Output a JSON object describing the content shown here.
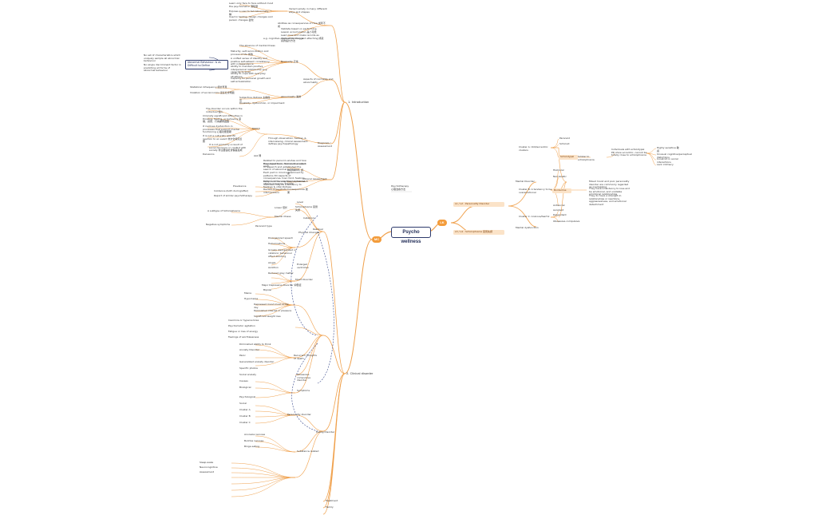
{
  "root": {
    "label": "Psycho wellness"
  },
  "header_note": {
    "label": "Psychotherapy\n心理治療方法"
  },
  "left_badge": {
    "label": "MC"
  },
  "right_badge": {
    "label": "LK"
  },
  "left": {
    "introduction": "1. Introduction",
    "clinical_disorder": "2. Clinical disorder",
    "intro_notes": [
      "Learn only face to face without most the psychometric 測驗量",
      "Express a user to tell Abnormally 一種",
      "Used in testing, design changes and person changes 變化",
      "Varied variety in many different ways and shapes",
      "Abilities as consequences of How 成年不成",
      "Validate based on performing, Lesson accumulation 是小可能",
      "Learn how and make records as ways of thinking and attaching 成就感的設計方法",
      "e.g. cognitive / behaviour change",
      "The absence of mental illness",
      "Maturity, self-reconciliation and process of life 成熟",
      "A unified sense of identity and positive self-esteem consistency with independence",
      "Ability to maintain positive interpersonal relationship (e.g. capacity to love)",
      "Ability to cope with everyday situations",
      "Capacity for personal growth and self-actualization",
      "Normality 正常",
      "Aspects of normality and abnormality",
      "Abnormality 異常",
      "Statistical infrequency 統計罕見",
      "Violation of social norms 違反社會規範",
      "Subjective distress 主觀痛苦",
      "Disability, dysfunction, or impairment",
      "Abnormal Behaviour: Is as Difficult to Define",
      "No set of characteristics which uniquely sample all abnormal behaviour",
      "No single discriminant factor in predicting all forms of abnormal behaviour",
      "The disorder occurs within the individual 個人",
      "Clinically significant difficulties in thinking, feeling, or behaving 思維、感受、行為顯著困難",
      "It involves dysfunction in processes that support mental functioning 心理功能障礙",
      "It is not a culturally specific reaction to an event 非文化特定反應",
      "It is not primarily a result of social deviance or conflict with society 非主要由社會偏差造成",
      "DSM-5",
      "Diagnosis / Assessment",
      "Through observation, testing, & interviewing, clinical assessment defines psychopathology",
      "Ask 問",
      "Delusions",
      "Clinical assessment",
      "Related to person's wishes and how they experience, fears and connect each",
      "Regulation 調節",
      "Consequences 後果",
      "Developed from clinical observation in research and established the search of abnormal behaviour",
      "Each part in mind is examined by patterns 3D Aspects of consequences, how mind, feelings, actions, in the way they explain each other's presence 'triplets'",
      "Early mind is considered in mental disorders may be a tendency to feelings & vital distress",
      "Prevalence",
      "Incidence (both during/after)",
      "Report of similar psychotherapy",
      "Review of psychotic interventions"
    ],
    "disorder_notes": [
      "Level",
      "Schizophrenia 思覺失調",
      "Mental illness",
      "Lower 低於",
      "A subtype of Schizophrenia",
      "Paranoid type",
      "Negative symptoms",
      "Catatonic",
      "Residual",
      "Disorganized speech",
      "Hallucinations",
      "Grossly disorganized or catatonic behaviour",
      "Physical Changes",
      "Affect blunting",
      "Alogia",
      "Avolition",
      "Enlarged ventricles",
      "Reduced grey matter",
      "Mood Disorder",
      "Major Depressive Disorder 抑鬱症",
      "Bipolar",
      "Mania",
      "Hypomania",
      "Depressed mood most of the day",
      "Diminished interest or pleasure",
      "Significant weight loss",
      "Insomnia or hypersomnia",
      "Psychomotor agitation",
      "Fatigue or loss of energy",
      "Feelings of worthlessness",
      "Diminished ability to think",
      "Recurrent thoughts of death",
      "Anxiety Disorder",
      "Panic",
      "Generalized anxiety disorder",
      "Specific phobia",
      "Social anxiety",
      "Obsessive-compulsive disorder",
      "Symptoms",
      "Causes",
      "Biological",
      "Psychological",
      "Social",
      "Personality disorder",
      "Cluster A",
      "Cluster B",
      "Cluster C",
      "Eating Disorder",
      "Anorexia nervosa",
      "Bulimia nervosa",
      "Binge eating",
      "Substance-related",
      "Sleep-wake",
      "Neurocognitive",
      "Assessment",
      "Treatment",
      "Family"
    ]
  },
  "right": {
    "branch1": "L1 / L2 : Personality Disorder",
    "branch2": "L3 / L4 : Schizophrenia 思覺失調",
    "cluster_a": "Cluster A: Odd/eccentric clusters",
    "cluster_b": "Cluster B: A tendency to be overemotional",
    "cluster_c": "Cluster C: Anxious/fearful",
    "mental_disorder": "Mental Disorder",
    "mental_dysfunction": "Mental dysfunction",
    "paranoid": "Paranoid",
    "schizoid": "Schizoid",
    "schizotypal": "Schizotypal",
    "schizotypal_desc": "Similar to schizophrenia",
    "schizotypal_detail": "Individuals with schizotypal PD show eccentric, cannot be totally close to schizophrenia",
    "schizo_points": [
      "Highly sensitive 敏感",
      "Unusual cognitive/perceptual distortions",
      "Constrict in social interactions",
      "Lack intimacy"
    ],
    "histrionic": "Histrionic",
    "narcissistic": "Narcissistic",
    "borderline": "Borderline",
    "borderline_desc": [
      "Mixed mood and poor personality disorder are commonly regarded as overlapping",
      "They have a tendency to lose and be emotional, and unstable emotional relationships",
      "They do have a strength in relationships or reactions, aggressiveness, and emotional detachment"
    ],
    "antisocial": "Antisocial",
    "avoidant": "Avoidant",
    "dependent": "Dependent",
    "obsessive": "Obsessive-compulsive"
  },
  "colors": {
    "branch": "#f0a04b",
    "root_border": "#2d3a6b",
    "dashed": "#3a4a8c",
    "pill": "#fbe3c8"
  }
}
